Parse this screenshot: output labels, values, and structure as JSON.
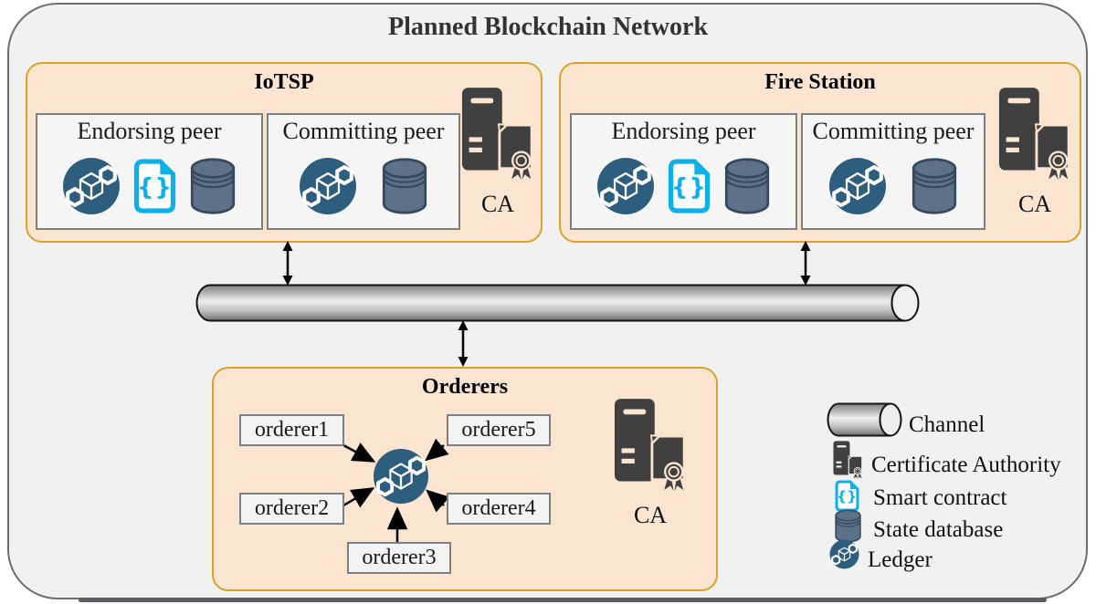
{
  "figure_title": "Planned Blockchain Network",
  "organizations": [
    {
      "title": "IoTSP",
      "ca_label": "CA",
      "peers": [
        {
          "title": "Endorsing peer",
          "icons": [
            "ledger-icon",
            "smart-contract-icon",
            "state-database-icon"
          ]
        },
        {
          "title": "Committing peer",
          "icons": [
            "ledger-icon",
            "state-database-icon"
          ]
        }
      ]
    },
    {
      "title": "Fire Station",
      "ca_label": "CA",
      "peers": [
        {
          "title": "Endorsing peer",
          "icons": [
            "ledger-icon",
            "smart-contract-icon",
            "state-database-icon"
          ]
        },
        {
          "title": "Committing peer",
          "icons": [
            "ledger-icon",
            "state-database-icon"
          ]
        }
      ]
    }
  ],
  "orderers": {
    "title": "Orderers",
    "ca_label": "CA",
    "nodes": [
      "orderer1",
      "orderer2",
      "orderer3",
      "orderer4",
      "orderer5"
    ]
  },
  "legend": {
    "items": [
      {
        "icon": "channel-icon",
        "label": "Channel"
      },
      {
        "icon": "certificate-authority-icon",
        "label": "Certificate Authority"
      },
      {
        "icon": "smart-contract-icon",
        "label": "Smart contract"
      },
      {
        "icon": "state-database-icon",
        "label": "State database"
      },
      {
        "icon": "ledger-icon",
        "label": "Ledger"
      }
    ]
  },
  "colors": {
    "org-fill": "#fce5d0",
    "org-border": "#d9a127",
    "ledger-blue": "#2e5e7e",
    "contract-cyan": "#0db0e8",
    "database-slate": "#5d7189",
    "database-outline": "#36495c",
    "ca-gray": "#404040",
    "frame-fill": "#f1f1f2",
    "frame-border": "#6b6d70",
    "node-fill": "#f5f5f5",
    "node-border": "#7f7f7f"
  }
}
